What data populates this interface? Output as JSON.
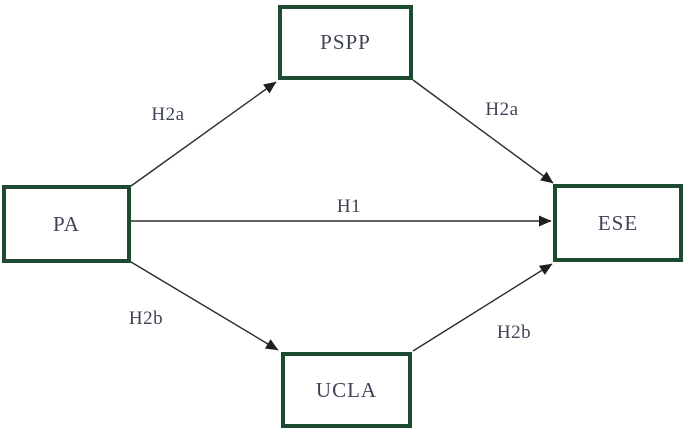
{
  "diagram": {
    "title": "hypothesis-path-model",
    "nodes": {
      "pspp": {
        "label": "PSPP"
      },
      "pa": {
        "label": "PA"
      },
      "ese": {
        "label": "ESE"
      },
      "ucla": {
        "label": "UCLA"
      }
    },
    "edges": {
      "pa_pspp": {
        "label": "H2a",
        "from": "PA",
        "to": "PSPP"
      },
      "pspp_ese": {
        "label": "H2a",
        "from": "PSPP",
        "to": "ESE"
      },
      "pa_ese": {
        "label": "H1",
        "from": "PA",
        "to": "ESE"
      },
      "pa_ucla": {
        "label": "H2b",
        "from": "PA",
        "to": "UCLA"
      },
      "ucla_ese": {
        "label": "H2b",
        "from": "UCLA",
        "to": "ESE"
      }
    },
    "colors": {
      "box_border": "#1c4b31",
      "box_fill": "#ffffff",
      "line": "#2b2b2b",
      "label_text": "#3e4454"
    }
  }
}
